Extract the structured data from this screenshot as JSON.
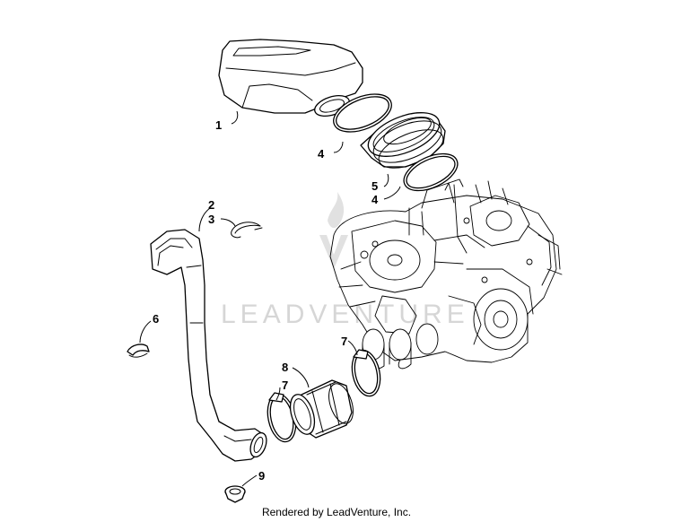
{
  "watermark": {
    "text": "LEADVENTURE"
  },
  "callouts": [
    "1",
    "2",
    "3",
    "4",
    "4",
    "5",
    "6",
    "7",
    "7",
    "8",
    "9"
  ],
  "footer": {
    "text": "Rendered by LeadVenture, Inc."
  }
}
